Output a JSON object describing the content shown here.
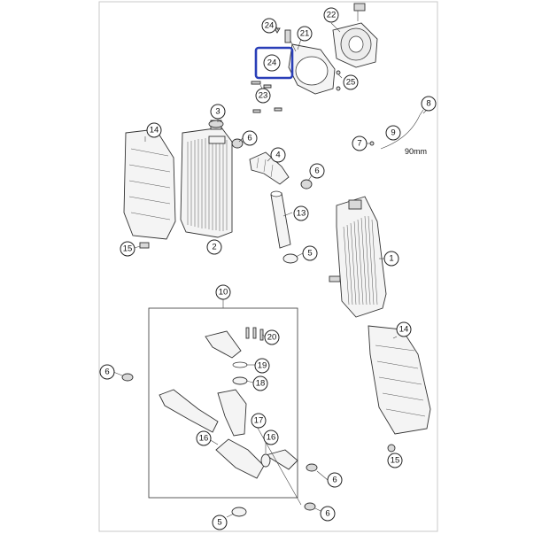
{
  "callouts": [
    {
      "id": "c24a",
      "label": "24"
    },
    {
      "id": "c21",
      "label": "21"
    },
    {
      "id": "c22",
      "label": "22"
    },
    {
      "id": "c24b",
      "label": "24"
    },
    {
      "id": "c25",
      "label": "25"
    },
    {
      "id": "c23",
      "label": "23"
    },
    {
      "id": "c3",
      "label": "3"
    },
    {
      "id": "c14a",
      "label": "14"
    },
    {
      "id": "c6a",
      "label": "6"
    },
    {
      "id": "c4",
      "label": "4"
    },
    {
      "id": "c8",
      "label": "8"
    },
    {
      "id": "c7",
      "label": "7"
    },
    {
      "id": "c9",
      "label": "9"
    },
    {
      "id": "c6b",
      "label": "6"
    },
    {
      "id": "c13",
      "label": "13"
    },
    {
      "id": "c15a",
      "label": "15"
    },
    {
      "id": "c2",
      "label": "2"
    },
    {
      "id": "c5a",
      "label": "5"
    },
    {
      "id": "c1",
      "label": "1"
    },
    {
      "id": "c10",
      "label": "10"
    },
    {
      "id": "c20",
      "label": "20"
    },
    {
      "id": "c14b",
      "label": "14"
    },
    {
      "id": "c6c",
      "label": "6"
    },
    {
      "id": "c19",
      "label": "19"
    },
    {
      "id": "c18",
      "label": "18"
    },
    {
      "id": "c17",
      "label": "17"
    },
    {
      "id": "c16a",
      "label": "16"
    },
    {
      "id": "c16b",
      "label": "16"
    },
    {
      "id": "c15b",
      "label": "15"
    },
    {
      "id": "c6d",
      "label": "6"
    },
    {
      "id": "c5b",
      "label": "5"
    },
    {
      "id": "c6e",
      "label": "6"
    }
  ],
  "dimension_label": "90mm",
  "highlight_color": "#2a3fb8"
}
